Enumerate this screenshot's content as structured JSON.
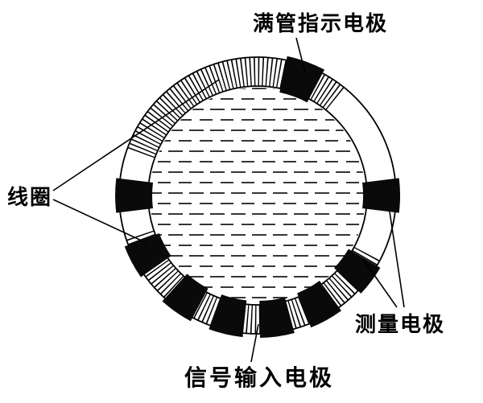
{
  "diagram": {
    "labels": {
      "full_pipe_electrode": "满管指示电极",
      "coil": "线圈",
      "measuring_electrode": "测量电极",
      "signal_input_electrode": "信号输入电极"
    },
    "colors": {
      "ink": "#000000",
      "background": "#ffffff",
      "electrode_fill": "#0a0a0a"
    }
  }
}
